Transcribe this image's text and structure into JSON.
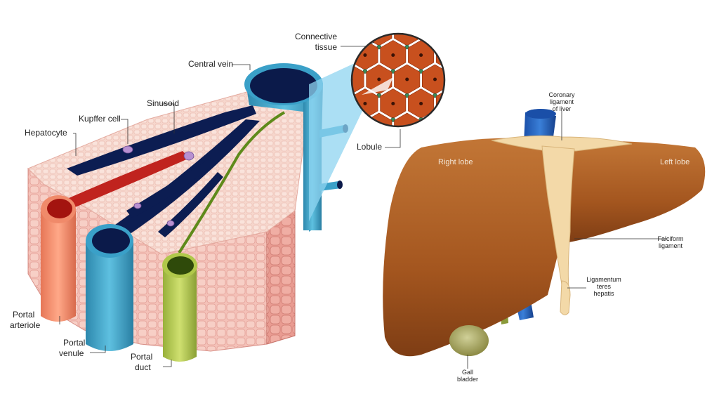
{
  "labels": {
    "connective_tissue_1": "Connective",
    "connective_tissue_2": "tissue",
    "central_vein": "Central vein",
    "sinusoid": "Sinusoid",
    "kupffer_cell": "Kupffer cell",
    "hepatocyte": "Hepatocyte",
    "lobule": "Lobule",
    "portal_arteriole_1": "Portal",
    "portal_arteriole_2": "arteriole",
    "portal_venule_1": "Portal",
    "portal_venule_2": "venule",
    "portal_duct_1": "Portal",
    "portal_duct_2": "duct",
    "coronary_1": "Coronary",
    "coronary_2": "ligament",
    "coronary_3": "of liver",
    "right_lobe": "Right lobe",
    "left_lobe": "Left lobe",
    "falciform_1": "Falciform",
    "falciform_2": "ligament",
    "teres_1": "Ligamentum",
    "teres_2": "teres",
    "teres_3": "hepatis",
    "gall_1": "Gall",
    "gall_2": "bladder"
  },
  "colors": {
    "liver": "#a85a22",
    "liver_light": "#c77a3a",
    "hepatocyte_tissue": "#f2b8b0",
    "central_vein": "#3aa0c8",
    "vein_dark": "#0b1a4a",
    "portal_arteriole": "#f08a6a",
    "portal_venule": "#3a9ab8",
    "portal_duct": "#b0c84a",
    "ligament": "#f3d9a8",
    "gall_bladder": "#a8a860",
    "lobule_cell": "#c8501e"
  }
}
